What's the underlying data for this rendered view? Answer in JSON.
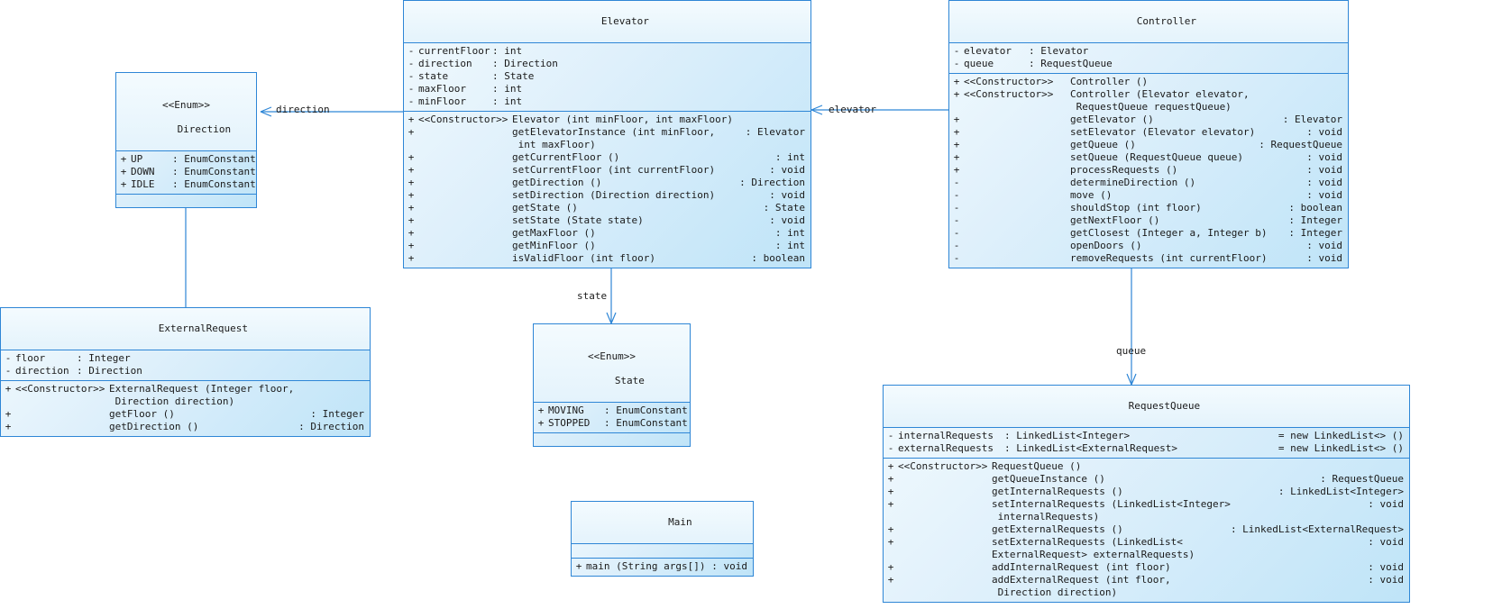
{
  "diagram": {
    "kind": "uml-class-diagram",
    "accent_color": "#2e86d6",
    "fill_color": "#bfe4f8",
    "text_color": "#1a1a1a"
  },
  "classes": {
    "elevator": {
      "name": "Elevator",
      "attributes": [
        {
          "vis": "-",
          "name": "currentFloor",
          "type": ": int"
        },
        {
          "vis": "-",
          "name": "direction",
          "type": ": Direction"
        },
        {
          "vis": "-",
          "name": "state",
          "type": ": State"
        },
        {
          "vis": "-",
          "name": "maxFloor",
          "type": ": int"
        },
        {
          "vis": "-",
          "name": "minFloor",
          "type": ": int"
        }
      ],
      "operations": [
        {
          "vis": "+",
          "stereo": "<<Constructor>>",
          "sig": "Elevator (int minFloor, int maxFloor)",
          "ret": ""
        },
        {
          "vis": "+",
          "stereo": "",
          "sig": "getElevatorInstance (int minFloor,",
          "ret": ": Elevator"
        },
        {
          "vis": "",
          "stereo": "",
          "sig": " int maxFloor)",
          "ret": "",
          "cont": true
        },
        {
          "vis": "+",
          "stereo": "",
          "sig": "getCurrentFloor ()",
          "ret": ": int"
        },
        {
          "vis": "+",
          "stereo": "",
          "sig": "setCurrentFloor (int currentFloor)",
          "ret": ": void"
        },
        {
          "vis": "+",
          "stereo": "",
          "sig": "getDirection ()",
          "ret": ": Direction"
        },
        {
          "vis": "+",
          "stereo": "",
          "sig": "setDirection (Direction direction)",
          "ret": ": void"
        },
        {
          "vis": "+",
          "stereo": "",
          "sig": "getState ()",
          "ret": ": State"
        },
        {
          "vis": "+",
          "stereo": "",
          "sig": "setState (State state)",
          "ret": ": void"
        },
        {
          "vis": "+",
          "stereo": "",
          "sig": "getMaxFloor ()",
          "ret": ": int"
        },
        {
          "vis": "+",
          "stereo": "",
          "sig": "getMinFloor ()",
          "ret": ": int"
        },
        {
          "vis": "+",
          "stereo": "",
          "sig": "isValidFloor (int floor)",
          "ret": ": boolean"
        }
      ]
    },
    "controller": {
      "name": "Controller",
      "attributes": [
        {
          "vis": "-",
          "name": "elevator",
          "type": ": Elevator"
        },
        {
          "vis": "-",
          "name": "queue",
          "type": ": RequestQueue"
        }
      ],
      "operations": [
        {
          "vis": "+",
          "stereo": "<<Constructor>>",
          "sig": "Controller ()",
          "ret": ""
        },
        {
          "vis": "+",
          "stereo": "<<Constructor>>",
          "sig": "Controller (Elevator elevator,",
          "ret": ""
        },
        {
          "vis": "",
          "stereo": "",
          "sig": " RequestQueue requestQueue)",
          "ret": "",
          "cont": true
        },
        {
          "vis": "+",
          "stereo": "",
          "sig": "getElevator ()",
          "ret": ": Elevator"
        },
        {
          "vis": "+",
          "stereo": "",
          "sig": "setElevator (Elevator elevator)",
          "ret": ": void"
        },
        {
          "vis": "+",
          "stereo": "",
          "sig": "getQueue ()",
          "ret": ": RequestQueue"
        },
        {
          "vis": "+",
          "stereo": "",
          "sig": "setQueue (RequestQueue queue)",
          "ret": ": void"
        },
        {
          "vis": "+",
          "stereo": "",
          "sig": "processRequests ()",
          "ret": ": void"
        },
        {
          "vis": "-",
          "stereo": "",
          "sig": "determineDirection ()",
          "ret": ": void"
        },
        {
          "vis": "-",
          "stereo": "",
          "sig": "move ()",
          "ret": ": void"
        },
        {
          "vis": "-",
          "stereo": "",
          "sig": "shouldStop (int floor)",
          "ret": ": boolean"
        },
        {
          "vis": "-",
          "stereo": "",
          "sig": "getNextFloor ()",
          "ret": ": Integer"
        },
        {
          "vis": "-",
          "stereo": "",
          "sig": "getClosest (Integer a, Integer b)",
          "ret": ": Integer"
        },
        {
          "vis": "-",
          "stereo": "",
          "sig": "openDoors ()",
          "ret": ": void"
        },
        {
          "vis": "-",
          "stereo": "",
          "sig": "removeRequests (int currentFloor)",
          "ret": ": void"
        }
      ]
    },
    "requestQueue": {
      "name": "RequestQueue",
      "attributes": [
        {
          "vis": "-",
          "name": "internalRequests",
          "type": ": LinkedList<Integer>",
          "init": "= new LinkedList<> ()"
        },
        {
          "vis": "-",
          "name": "externalRequests",
          "type": ": LinkedList<ExternalRequest>",
          "init": "= new LinkedList<> ()"
        }
      ],
      "operations": [
        {
          "vis": "+",
          "stereo": "<<Constructor>>",
          "sig": "RequestQueue ()",
          "ret": ""
        },
        {
          "vis": "+",
          "stereo": "",
          "sig": "getQueueInstance ()",
          "ret": ": RequestQueue"
        },
        {
          "vis": "+",
          "stereo": "",
          "sig": "getInternalRequests ()",
          "ret": ": LinkedList<Integer>"
        },
        {
          "vis": "+",
          "stereo": "",
          "sig": "setInternalRequests (LinkedList<Integer>",
          "ret": ": void"
        },
        {
          "vis": "",
          "stereo": "",
          "sig": " internalRequests)",
          "ret": "",
          "cont": true
        },
        {
          "vis": "+",
          "stereo": "",
          "sig": "getExternalRequests ()",
          "ret": ": LinkedList<ExternalRequest>"
        },
        {
          "vis": "+",
          "stereo": "",
          "sig": "setExternalRequests (LinkedList<",
          "ret": ": void"
        },
        {
          "vis": "",
          "stereo": "",
          "sig": "ExternalRequest> externalRequests)",
          "ret": "",
          "cont": true
        },
        {
          "vis": "+",
          "stereo": "",
          "sig": "addInternalRequest (int floor)",
          "ret": ": void"
        },
        {
          "vis": "+",
          "stereo": "",
          "sig": "addExternalRequest (int floor,",
          "ret": ": void"
        },
        {
          "vis": "",
          "stereo": "",
          "sig": " Direction direction)",
          "ret": "",
          "cont": true
        }
      ]
    },
    "externalRequest": {
      "name": "ExternalRequest",
      "attributes": [
        {
          "vis": "-",
          "name": "floor",
          "type": ": Integer"
        },
        {
          "vis": "-",
          "name": "direction",
          "type": ": Direction"
        }
      ],
      "operations": [
        {
          "vis": "+",
          "stereo": "<<Constructor>>",
          "sig": "ExternalRequest (Integer floor,",
          "ret": ""
        },
        {
          "vis": "",
          "stereo": "",
          "sig": " Direction direction)",
          "ret": "",
          "cont": true
        },
        {
          "vis": "+",
          "stereo": "",
          "sig": "getFloor ()",
          "ret": ": Integer"
        },
        {
          "vis": "+",
          "stereo": "",
          "sig": "getDirection ()",
          "ret": ": Direction"
        }
      ]
    },
    "direction": {
      "stereotype": "<<Enum>>",
      "name": "Direction",
      "attributes": [
        {
          "vis": "+",
          "name": "UP",
          "type": ": EnumConstant"
        },
        {
          "vis": "+",
          "name": "DOWN",
          "type": ": EnumConstant"
        },
        {
          "vis": "+",
          "name": "IDLE",
          "type": ": EnumConstant"
        }
      ],
      "operations": []
    },
    "state": {
      "stereotype": "<<Enum>>",
      "name": "State",
      "attributes": [
        {
          "vis": "+",
          "name": "MOVING",
          "type": ": EnumConstant"
        },
        {
          "vis": "+",
          "name": "STOPPED",
          "type": ": EnumConstant"
        }
      ],
      "operations": []
    },
    "main": {
      "name": "Main",
      "attributes": [],
      "operations": [
        {
          "vis": "+",
          "stereo": "",
          "sig": "main (String args[])",
          "ret": ": void"
        }
      ]
    }
  },
  "edge_labels": {
    "direction_to_elevator": "direction",
    "direction_to_external": "direction",
    "elevator_to_controller": "elevator",
    "state_from_elevator": "state",
    "queue_to_requestqueue": "queue"
  }
}
